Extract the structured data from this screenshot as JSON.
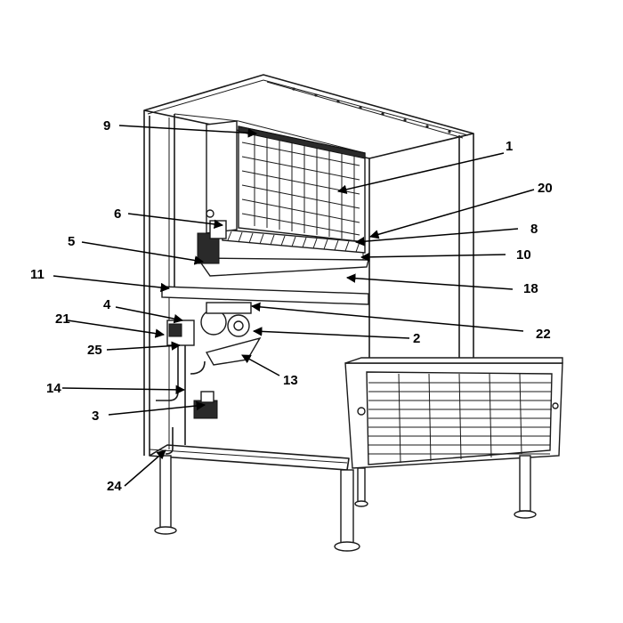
{
  "callouts": [
    "1",
    "2",
    "3",
    "4",
    "5",
    "6",
    "8",
    "9",
    "10",
    "11",
    "13",
    "14",
    "18",
    "20",
    "21",
    "22",
    "24",
    "25"
  ]
}
